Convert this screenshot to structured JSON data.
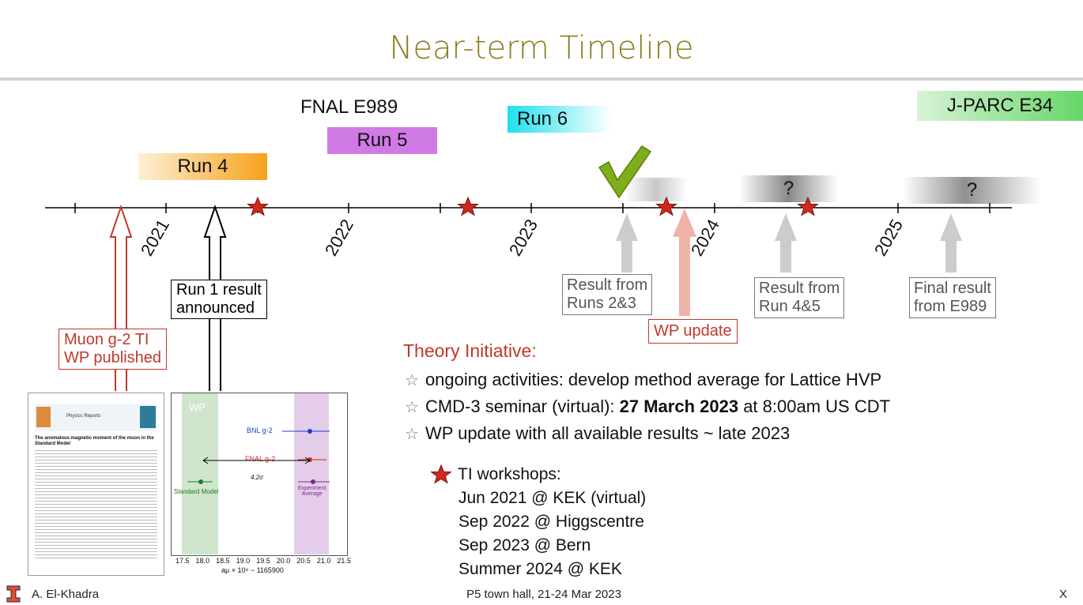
{
  "title": "Near-term Timeline",
  "experiments": {
    "fnal": "FNAL E989",
    "jparc": "J-PARC E34"
  },
  "runs": [
    "Run 4",
    "Run 5",
    "Run 6"
  ],
  "years": [
    "2021",
    "2022",
    "2023",
    "2024",
    "2025"
  ],
  "unknown_marks": [
    "?",
    "?"
  ],
  "annotations": {
    "wp_published": [
      "Muon g-2 TI",
      "WP published"
    ],
    "run1": [
      "Run 1 result",
      "announced"
    ],
    "runs23": [
      "Result from",
      "Runs 2&3"
    ],
    "wp_update": "WP update",
    "run45": [
      "Result from",
      "Run 4&5"
    ],
    "final": [
      "Final result",
      "from E989"
    ]
  },
  "theory": {
    "heading": "Theory Initiative:",
    "bullets": [
      "ongoing activities: develop method average for Lattice HVP",
      "CMD-3 seminar (virtual): ",
      "WP update with all available results ~ late 2023"
    ],
    "bold_date": "27 March 2023",
    "bullet2_tail": " at 8:00am US CDT"
  },
  "workshops": {
    "heading": "TI workshops:",
    "items": [
      "Jun 2021 @ KEK (virtual)",
      "Sep 2022 @ Higgscentre",
      "Sep 2023 @ Bern",
      "Summer 2024 @ KEK"
    ]
  },
  "inset_plot": {
    "wp_label": "WP",
    "bnl": "BNL g-2",
    "fnal": "FNAL g-2",
    "sigma": "4.2σ",
    "sm": "Standard Model",
    "exp_avg": [
      "Experiment",
      "Average"
    ],
    "ticks": [
      "17.5",
      "18.0",
      "18.5",
      "19.0",
      "19.5",
      "20.0",
      "20.5",
      "21.0",
      "21.5"
    ],
    "xlabel": "aμ × 10⁹ − 1165900"
  },
  "paper_thumb": {
    "journal": "Physics Reports",
    "title": "The anomalous magnetic moment of the muon in the Standard Model"
  },
  "footer": {
    "author": "A. El-Khadra",
    "event": "P5 town hall, 21-24 Mar 2023",
    "page": "X"
  },
  "colors": {
    "title": "#8a7d1e",
    "run4": "#f7a11a",
    "run5": "#d07ae6",
    "run6": "#1ee0ec",
    "jparc": "#66d66a",
    "star": "#d0281e",
    "red_text": "#c0392b",
    "check": "#7fae1c"
  }
}
